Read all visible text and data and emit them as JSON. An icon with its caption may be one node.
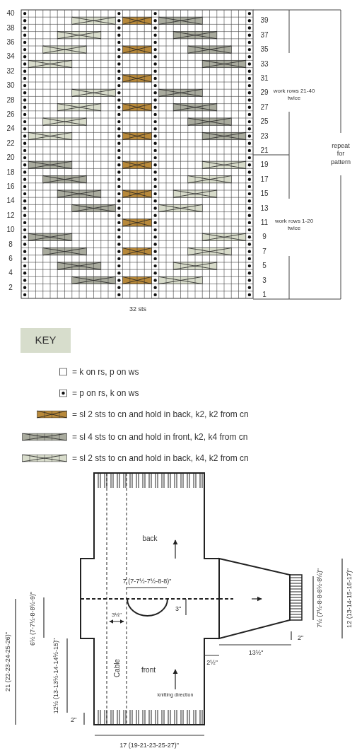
{
  "diagram": {
    "labels": [
      "40",
      "39",
      "38",
      "37",
      "36",
      "35",
      "34",
      "33",
      "32",
      "31",
      "30",
      "29",
      "28",
      "27",
      "26",
      "25",
      "24",
      "23",
      "22",
      "21",
      "20",
      "19",
      "18",
      "17",
      "16",
      "15",
      "14",
      "13",
      "12",
      "11",
      "10",
      "9",
      "8",
      "7",
      "6",
      "5",
      "4",
      "3",
      "2",
      "1",
      "work rows 21-40 twice",
      "repeat for pattern",
      "work rows 1-20 twice",
      "32 sts",
      "KEY",
      "back",
      "7 (7-7½-7½-8-8)\"",
      "3\"",
      "3½\"",
      "Cable",
      "front",
      "knitting direction",
      "2½\"",
      "13½\"",
      "2\"",
      "7½ (7½-8-8-8½-8½)\"",
      "12 (13-14-15-16-17)\"",
      "21 (22-23-24-25-26)\"",
      "6½ (7-7½-8-8½-9)\"",
      "12½ (13-13½-14-14½-15)\"",
      "2\"",
      "17 (19-21-23-25-27)\""
    ],
    "legend": [
      {
        "text": "= k  on rs, p on ws"
      },
      {
        "text": "= p on rs, k on ws"
      },
      {
        "text": "= sl 2 sts to cn and hold in back, k2, k2 from cn"
      },
      {
        "text": "= sl 4 sts to cn and hold in front, k2, k4 from cn"
      },
      {
        "text": "= sl 2 sts to cn and hold in back, k4, k2 from cn"
      }
    ]
  }
}
